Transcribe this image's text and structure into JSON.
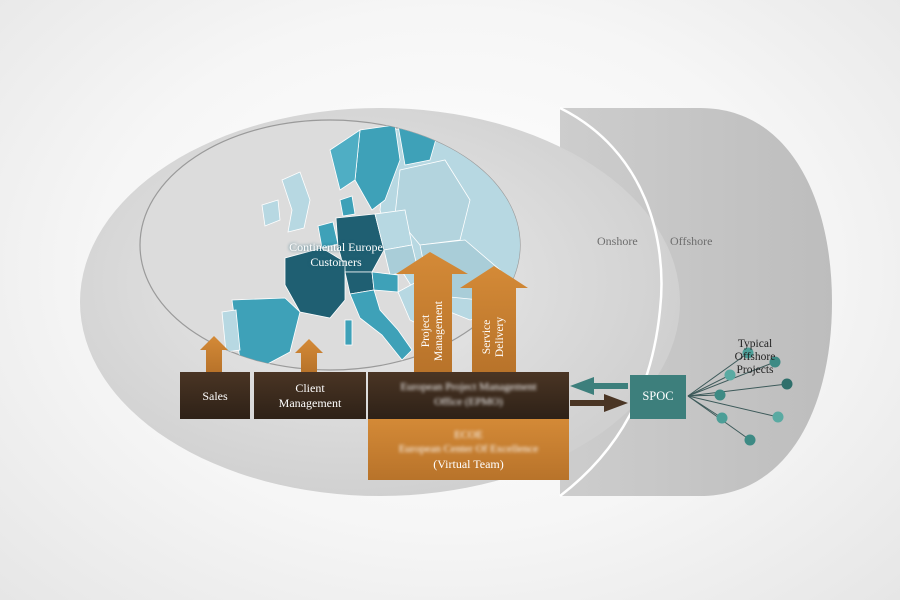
{
  "zones": {
    "onshore": "Onshore",
    "offshore": "Offshore"
  },
  "map": {
    "title": "Continental Europe\nCustomers"
  },
  "bars": {
    "sales": "Sales",
    "client_management": "Client\nManagement",
    "epmo": "European Project Management\nOffice (EPMO)",
    "ecoe_code": "ECOE",
    "ecoe_name": "European Center Of Excellence",
    "virtual_team": "(Virtual Team)"
  },
  "arrows": {
    "project_management": "Project\nManagement",
    "service_delivery": "Service\nDelivery"
  },
  "spoc": "SPOC",
  "offshore_projects": "Typical\nOffshore\nProjects",
  "colors": {
    "dark_brown": "#3f2d1f",
    "orange": "#c9812f",
    "teal": "#3d7f7c",
    "map_dark": "#1f5f72",
    "map_mid": "#3ea1b8",
    "map_light": "#b7d8e2"
  }
}
